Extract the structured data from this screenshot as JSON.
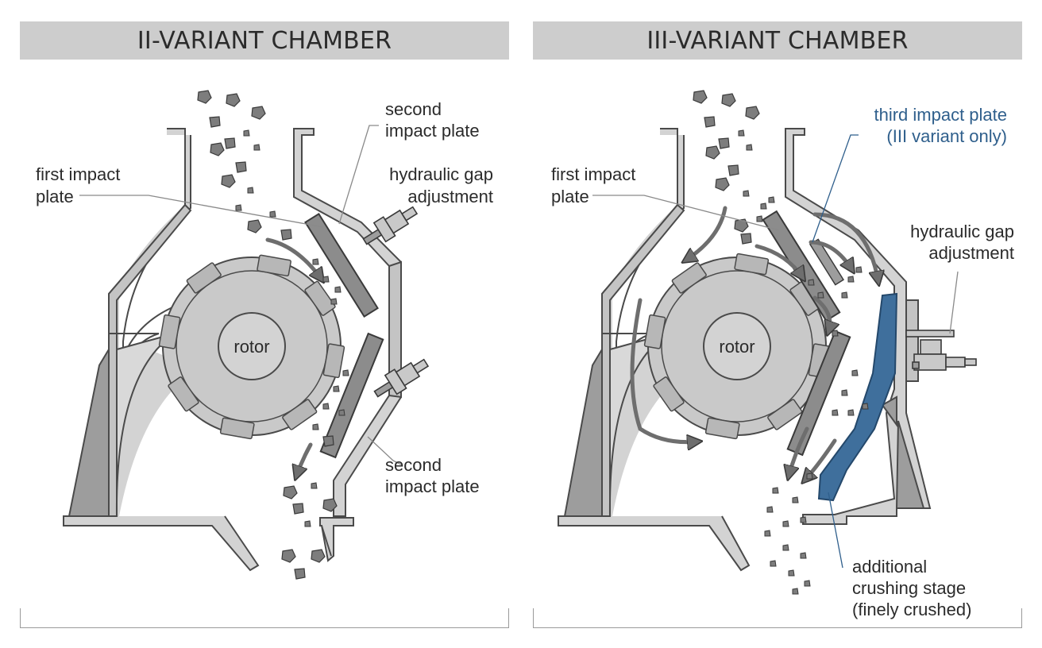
{
  "left": {
    "title": "II-VARIANT CHAMBER",
    "labels": {
      "first_plate_1": "first impact",
      "first_plate_2": "plate",
      "second_top_1": "second",
      "second_top_2": "impact plate",
      "hydraulic_1": "hydraulic gap",
      "hydraulic_2": "adjustment",
      "rotor": "rotor",
      "second_bottom_1": "second",
      "second_bottom_2": "impact plate"
    }
  },
  "right": {
    "title": "III-VARIANT CHAMBER",
    "labels": {
      "third_plate_1": "third impact plate",
      "third_plate_2": "(III variant only)",
      "first_plate_1": "first impact",
      "first_plate_2": "plate",
      "hydraulic_1": "hydraulic gap",
      "hydraulic_2": "adjustment",
      "rotor": "rotor",
      "stage_1": "additional",
      "stage_2": "crushing stage",
      "stage_3": "(finely crushed)"
    }
  },
  "colors": {
    "title_bar": "#cdcdcd",
    "housing_fill": "#d3d3d3",
    "housing_stroke": "#4a4a4a",
    "plate": "#8c8c8c",
    "rock": "#7d7d7d",
    "third_plate": "#3f6f9c",
    "leader_blue": "#2f5f8c"
  }
}
